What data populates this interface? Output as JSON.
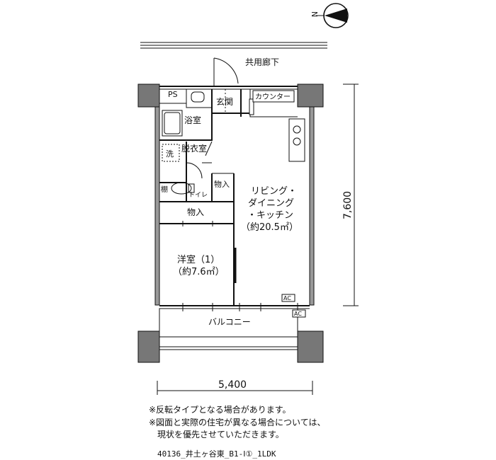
{
  "compass": {
    "north_label": "N"
  },
  "corridor": {
    "label": "共用廊下"
  },
  "rooms": {
    "ps": "PS",
    "bath": "浴室",
    "entrance": "玄関",
    "counter": "カウンター",
    "washroom": "脱衣室",
    "washer": "洗",
    "shelf": "棚",
    "toilet": "トイレ",
    "storage_small": "物入",
    "storage": "物入",
    "ldk_line1": "リビング・",
    "ldk_line2": "ダイニング",
    "ldk_line3": "・キッチン",
    "ldk_area": "（約20.5㎡）",
    "western_line1": "洋室（1）",
    "western_area": "（約7.6㎡）",
    "ac_indoor": "AC",
    "balcony": "バルコニー",
    "ac_outdoor": "AC"
  },
  "dimensions": {
    "width": "5,400",
    "depth": "7,600"
  },
  "notes": {
    "line1": "※反転タイプとなる場合があります。",
    "line2": "※図面と実際の住宅が異なる場合については、",
    "line3": "　現状を優先させていただきます。"
  },
  "plan_code": "40136_井土ヶ谷東_B1-Ⅰ①_1LDK"
}
